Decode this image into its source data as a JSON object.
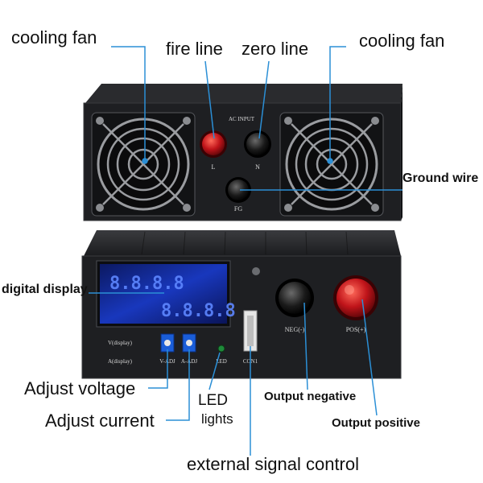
{
  "labels": {
    "cooling_fan_left": "cooling fan",
    "fire_line": "fire line",
    "zero_line": "zero line",
    "cooling_fan_right": "cooling fan",
    "ground_wire": "Ground wire",
    "digital_display": "digital display",
    "adjust_voltage": "Adjust voltage",
    "adjust_current": "Adjust current",
    "led_line1": "LED",
    "led_line2": "lights",
    "output_negative": "Output negative",
    "output_positive": "Output positive",
    "external_signal": "external signal control"
  },
  "panel_text": {
    "ac_input": "AC INPUT",
    "l": "L",
    "n": "N",
    "fg": "FG",
    "v_display": "V(display)",
    "a_display": "A(display)",
    "v_adj": "V-ADJ",
    "a_adj": "A-ADJ",
    "led": "LED",
    "con1": "CON1",
    "neg": "NEG(-)",
    "pos": "POS(+)"
  },
  "colors": {
    "case": "#1e1f22",
    "callout_line": "#2b8fd6",
    "display_blue": "#1a3cd0",
    "terminal_red": "#c0141a"
  }
}
